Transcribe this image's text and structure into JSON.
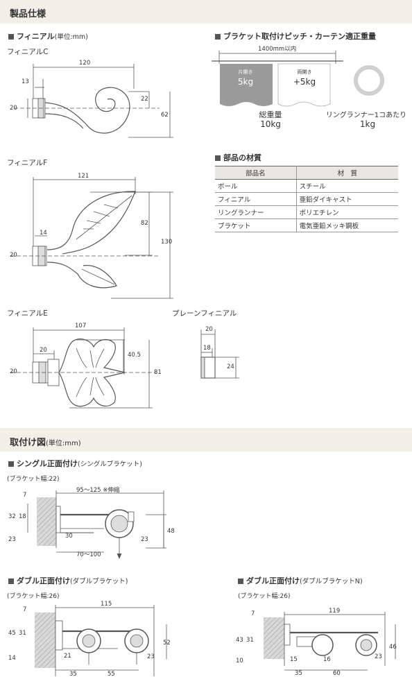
{
  "spec": {
    "title": "製品仕様",
    "finial_header": "フィニアル",
    "finial_unit": "(単位:mm)",
    "finial_c": {
      "name": "フィニアルC",
      "dims": [
        "120",
        "13",
        "20",
        "22",
        "62"
      ]
    },
    "finial_f": {
      "name": "フィニアルF",
      "dims": [
        "121",
        "82",
        "130",
        "14",
        "20"
      ]
    },
    "finial_e": {
      "name": "フィニアルE",
      "dims": [
        "107",
        "40.5",
        "20",
        "20",
        "81"
      ]
    },
    "plain": {
      "name": "プレーンフィニアル",
      "dims": [
        "20",
        "18",
        "24"
      ]
    },
    "bracket": {
      "header": "ブラケット取付けピッチ・カーテン適正重量",
      "pitch": "1400mm以内",
      "panel1_top": "片開き",
      "panel1_val": "5kg",
      "panel2_top": "両開き",
      "panel2_val": "+5kg",
      "total_label": "総重量",
      "total_value": "10kg",
      "ring_label": "リングランナー1コあたり",
      "ring_value": "1kg"
    },
    "materials": {
      "header": "部品の材質",
      "columns": [
        "部品名",
        "材　質"
      ],
      "rows": [
        [
          "ポール",
          "スチール"
        ],
        [
          "フィニアル",
          "亜鉛ダイキャスト"
        ],
        [
          "リングランナー",
          "ポリエチレン"
        ],
        [
          "ブラケット",
          "電気亜鉛メッキ鋼板"
        ]
      ]
    }
  },
  "mount": {
    "title": "取付け図",
    "unit": "(単位:mm)",
    "single": {
      "header": "シングル正面付け",
      "sub": "(シングルブラケット)",
      "width": "(ブラケット幅:22)",
      "dims": [
        "7",
        "95～125 ※伸縮",
        "32",
        "18",
        "23",
        "30",
        "48",
        "23",
        "70～100"
      ]
    },
    "double": {
      "header": "ダブル正面付け",
      "sub": "(ダブルブラケット)",
      "width": "(ブラケット幅:26)",
      "dims": [
        "7",
        "115",
        "45",
        "31",
        "14",
        "21",
        "52",
        "23",
        "35",
        "55"
      ]
    },
    "double_n": {
      "header": "ダブル正面付け",
      "sub": "(ダブルブラケットN)",
      "width": "(ブラケット幅:26)",
      "dims": [
        "7",
        "119",
        "43",
        "31",
        "10",
        "15",
        "16",
        "46",
        "23",
        "35",
        "60"
      ]
    }
  },
  "colors": {
    "band": "#f1efe6",
    "panel_dark": "#9a9a9a",
    "line": "#555555"
  }
}
